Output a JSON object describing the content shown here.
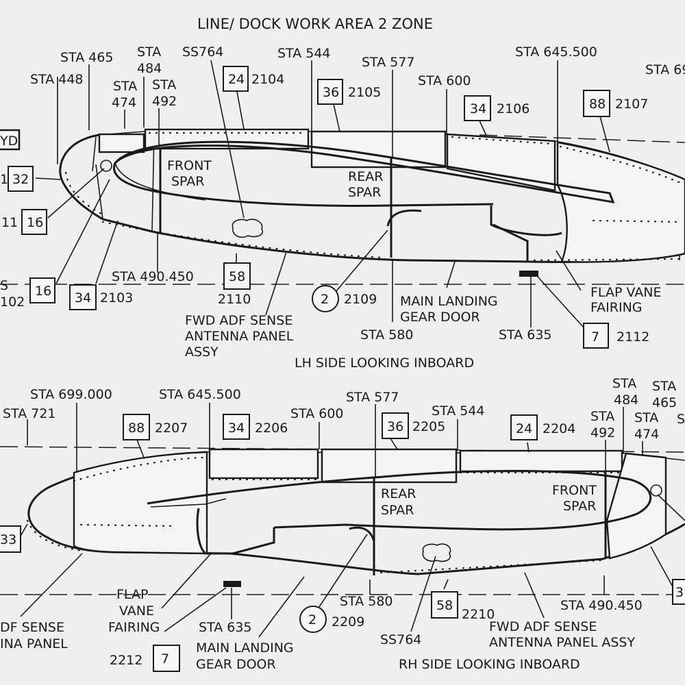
{
  "title": "LINE/ DOCK WORK AREA 2 ZONE",
  "lh": {
    "caption": "LH SIDE LOOKING INBOARD",
    "edge_tag": "YD",
    "stations": {
      "sta465": "STA 465",
      "sta484a": "STA",
      "sta484b": "484",
      "sta448": "STA 448",
      "sta474a": "STA",
      "sta474b": "474",
      "sta492a": "STA",
      "sta492b": "492",
      "ss764": "SS764",
      "sta544": "STA 544",
      "sta577": "STA 577",
      "sta600": "STA 600",
      "sta645": "STA 645.500",
      "sta69x": "STA 69",
      "sta490": "STA 490.450",
      "sta580": "STA 580",
      "sta635": "STA 635",
      "left_s": "S"
    },
    "labels": {
      "front_spar_1": "FRONT",
      "front_spar_2": "SPAR",
      "rear_spar_1": "REAR",
      "rear_spar_2": "SPAR",
      "flap_vane_1": "FLAP VANE",
      "flap_vane_2": "FAIRING",
      "mlg_1": "MAIN LANDING",
      "mlg_2": "GEAR DOOR",
      "adf_1": "FWD ADF SENSE",
      "adf_2": "ANTENNA PANEL",
      "adf_3": "ASSY"
    },
    "callouts": {
      "b24": "24",
      "p2104": "2104",
      "b36": "36",
      "p2105": "2105",
      "b34top": "34",
      "p2106": "2106",
      "b88": "88",
      "p2107": "2107",
      "b32": "32",
      "p1l": "1",
      "b16a": "16",
      "p11l": "11",
      "b16b": "16",
      "p102l": "102",
      "b34": "34",
      "p2103": "2103",
      "b58": "58",
      "p2110": "2110",
      "c2": "2",
      "p2109": "2109",
      "b7": "7",
      "p2112": "2112"
    }
  },
  "rh": {
    "caption": "RH SIDE LOOKING INBOARD",
    "stations": {
      "sta699": "STA 699.000",
      "sta721": "STA 721",
      "sta645": "STA 645.500",
      "sta577": "STA 577",
      "sta600": "STA 600",
      "sta544": "STA 544",
      "sta484a": "STA",
      "sta484b": "484",
      "sta465a": "STA",
      "sta465b": "465",
      "sta492a": "STA",
      "sta492b": "492",
      "sta474a": "STA",
      "sta474b": "474",
      "sta580": "STA 580",
      "sta635": "STA 635",
      "sta490": "STA 490.450",
      "ss764": "SS764",
      "right_s": "S"
    },
    "labels": {
      "rear_spar_1": "REAR",
      "rear_spar_2": "SPAR",
      "front_spar_1": "FRONT",
      "front_spar_2": "SPAR",
      "flap_1": "FLAP",
      "flap_2": "VANE",
      "flap_3": "FAIRING",
      "mlg_1": "MAIN LANDING",
      "mlg_2": "GEAR DOOR",
      "adf_1": "FWD ADF SENSE",
      "adf_2": "ANTENNA PANEL ASSY",
      "adf_left_1": "DF SENSE",
      "adf_left_2": "INA PANEL"
    },
    "callouts": {
      "b88": "88",
      "p2207": "2207",
      "b34": "34",
      "p2206": "2206",
      "b36": "36",
      "p2205": "2205",
      "b24": "24",
      "p2204": "2204",
      "b33": "33",
      "b58": "58",
      "p2210": "2210",
      "c2": "2",
      "p2209": "2209",
      "b7": "7",
      "p2212": "2212",
      "b3r": "3"
    }
  }
}
